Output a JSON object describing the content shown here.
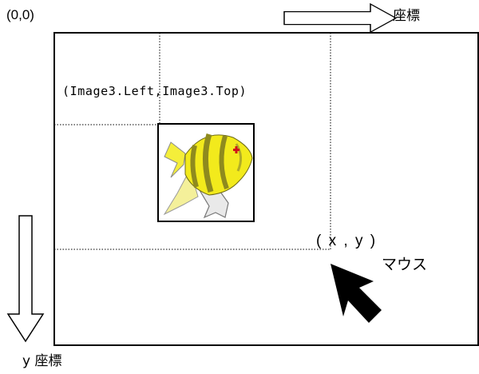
{
  "labels": {
    "origin": "(0,0)",
    "x_axis": "座標",
    "y_axis": "y 座標",
    "image_position": "(Image3.Left,Image3.Top)",
    "mouse_point": "( x , y )",
    "mouse": "マウス"
  },
  "colors": {
    "line": "#000000",
    "background": "#ffffff",
    "fish_body": "#f2ea1c",
    "fish_stripe": "#8e8a1e",
    "fish_eye": "#d0101a"
  },
  "icons": {
    "fish": "angelfish-icon",
    "cursor": "mouse-cursor-icon",
    "x_arrow": "arrow-right-icon",
    "y_arrow": "arrow-down-icon"
  }
}
